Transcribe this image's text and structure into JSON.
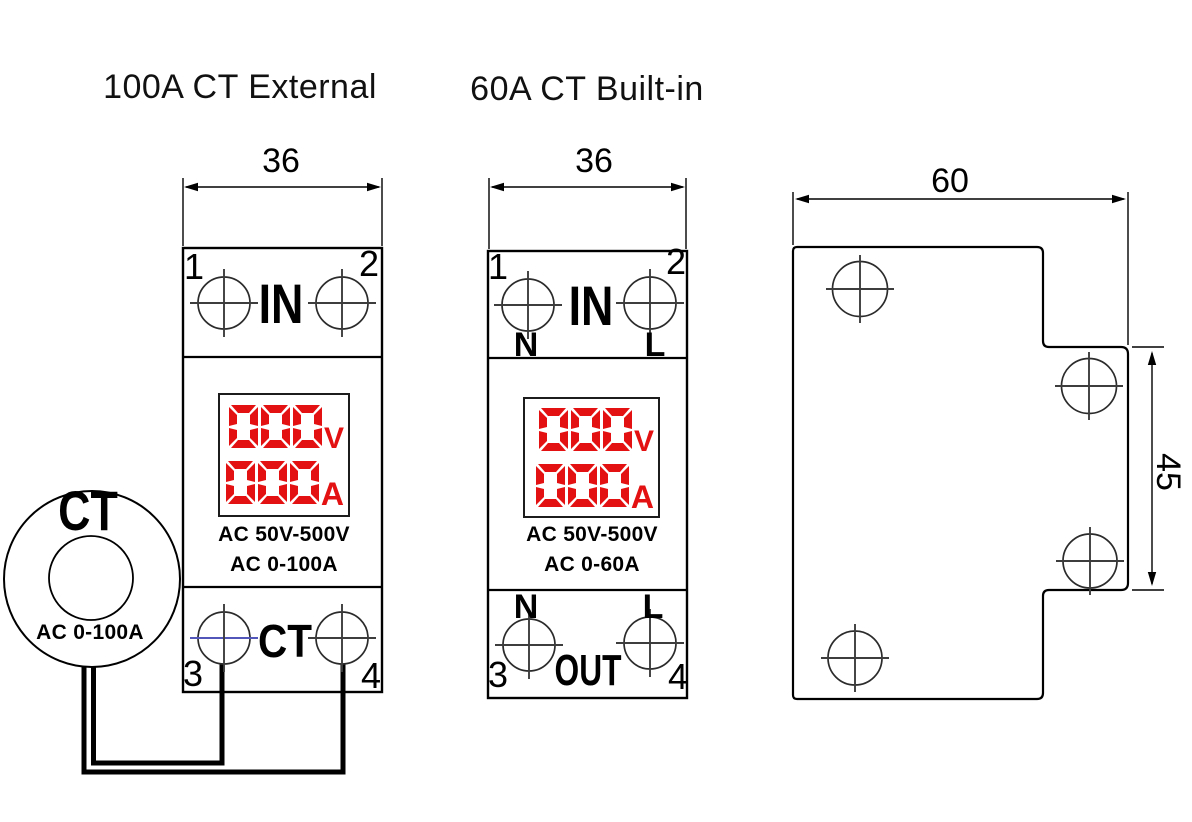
{
  "colors": {
    "background": "#ffffff",
    "line": "#000000",
    "display_red": "#e31111",
    "screw_slot_blue": "#5156b8"
  },
  "icons": {
    "terminal_screw": "crossed-circle-screw",
    "ct_ring": "current-transformer-toroid",
    "dimension_arrow": "filled-triangle-arrow"
  },
  "titles": {
    "left": "100A CT External",
    "middle": "60A CT Built-in"
  },
  "left_device": {
    "width_dim": "36",
    "terminal_1": "1",
    "terminal_2": "2",
    "terminal_3": "3",
    "terminal_4": "4",
    "in_label": "IN",
    "ct_label": "CT",
    "display": {
      "voltage_digits": "000",
      "voltage_unit": "V",
      "current_digits": "000",
      "current_unit": "A"
    },
    "range_voltage": "AC 50V-500V",
    "range_current": "AC 0-100A",
    "ct_ring": {
      "label": "CT",
      "range": "AC 0-100A"
    }
  },
  "middle_device": {
    "width_dim": "36",
    "terminal_1": "1",
    "terminal_2": "2",
    "terminal_3": "3",
    "terminal_4": "4",
    "in_label": "IN",
    "out_label": "OUT",
    "in_neutral": "N",
    "in_live": "L",
    "out_neutral": "N",
    "out_live": "L",
    "display": {
      "voltage_digits": "000",
      "voltage_unit": "V",
      "current_digits": "000",
      "current_unit": "A"
    },
    "range_voltage": "AC 50V-500V",
    "range_current": "AC 0-60A"
  },
  "side_view": {
    "width_dim": "60",
    "height_dim": "45"
  }
}
